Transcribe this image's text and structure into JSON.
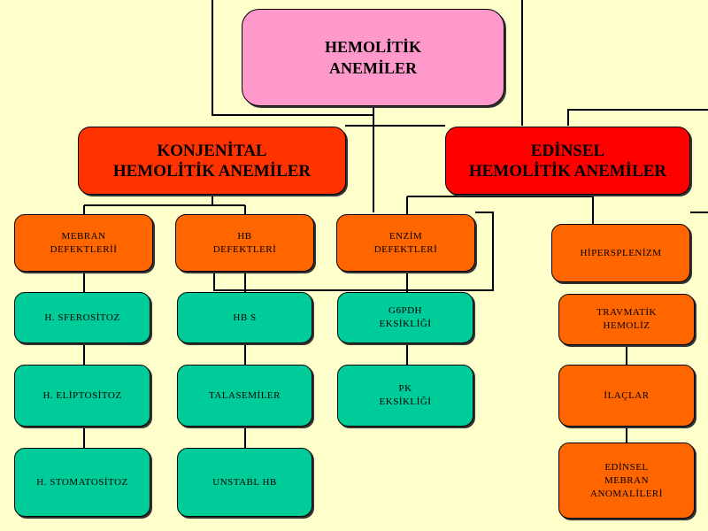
{
  "root": {
    "label": "HEMOLİTİK\nANEMİLER"
  },
  "congenital": {
    "label": "KONJENİTAL\nHEMOLİTİK ANEMİLER",
    "membrane": {
      "label": "MEBRAN\nDEFEKTLERİİ",
      "items": [
        "H. SFEROSİTOZ",
        "H. ELİPTOSİTOZ",
        "H. STOMATOSİTOZ"
      ]
    },
    "hb": {
      "label": "HB\nDEFEKTLERİ",
      "items": [
        "HB S",
        "TALASEMİLER",
        "UNSTABL HB"
      ]
    },
    "enzyme": {
      "label": "ENZİM\nDEFEKTLERİ",
      "items": [
        "G6PDH\nEKSİKLİĞİ",
        "PK\nEKSİKLİĞİ"
      ]
    }
  },
  "acquired": {
    "label": "EDİNSEL\nHEMOLİTİK ANEMİLER",
    "hypersplenism": {
      "label": "HİPERSPLENİZM"
    },
    "items": [
      "TRAVMATİK\nHEMOLİZ",
      "İLAÇLAR",
      "EDİNSEL\nMEBRAN\nANOMALİLERİ"
    ]
  },
  "colors": {
    "background": "#FFFFCC",
    "root": "#FF99CC",
    "category_congenital": "#FF3300",
    "category_acquired": "#FF0000",
    "subcategory": "#FF6600",
    "congenital_leaf": "#00CC99",
    "connector": "#000000"
  }
}
